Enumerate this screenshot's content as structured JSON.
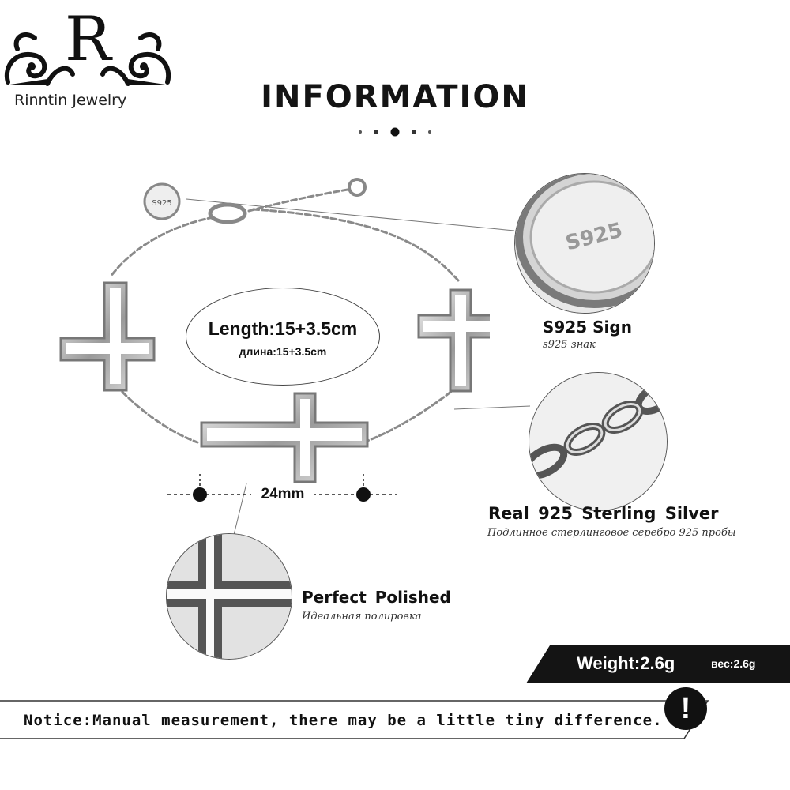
{
  "brand": {
    "name": "Rinntin Jewelry",
    "monogram": "R"
  },
  "title": "INFORMATION",
  "measurements": {
    "length_en": "Length:15+3.5cm",
    "length_ru": "длина:15+3.5cm",
    "width_label": "24mm"
  },
  "features": {
    "sign": {
      "title": "S925 Sign",
      "subtitle": "s925 знак",
      "stamp": "S925"
    },
    "silver": {
      "title": "Real 925  Sterling  Silver",
      "subtitle": "Подлинное стерлинговое серебро 925 пробы"
    },
    "polish": {
      "title": "Perfect  Polished",
      "subtitle": "Идеальная полировка"
    }
  },
  "weight": {
    "en": "Weight:2.6g",
    "ru": "вес:2.6g"
  },
  "notice": {
    "text": "Notice:Manual measurement, there may be a little tiny difference.",
    "badge": "!"
  },
  "colors": {
    "bar": "#141414",
    "silver": "#c9c9c9",
    "text": "#111111"
  },
  "icons": {
    "notice": "exclamation-icon"
  }
}
